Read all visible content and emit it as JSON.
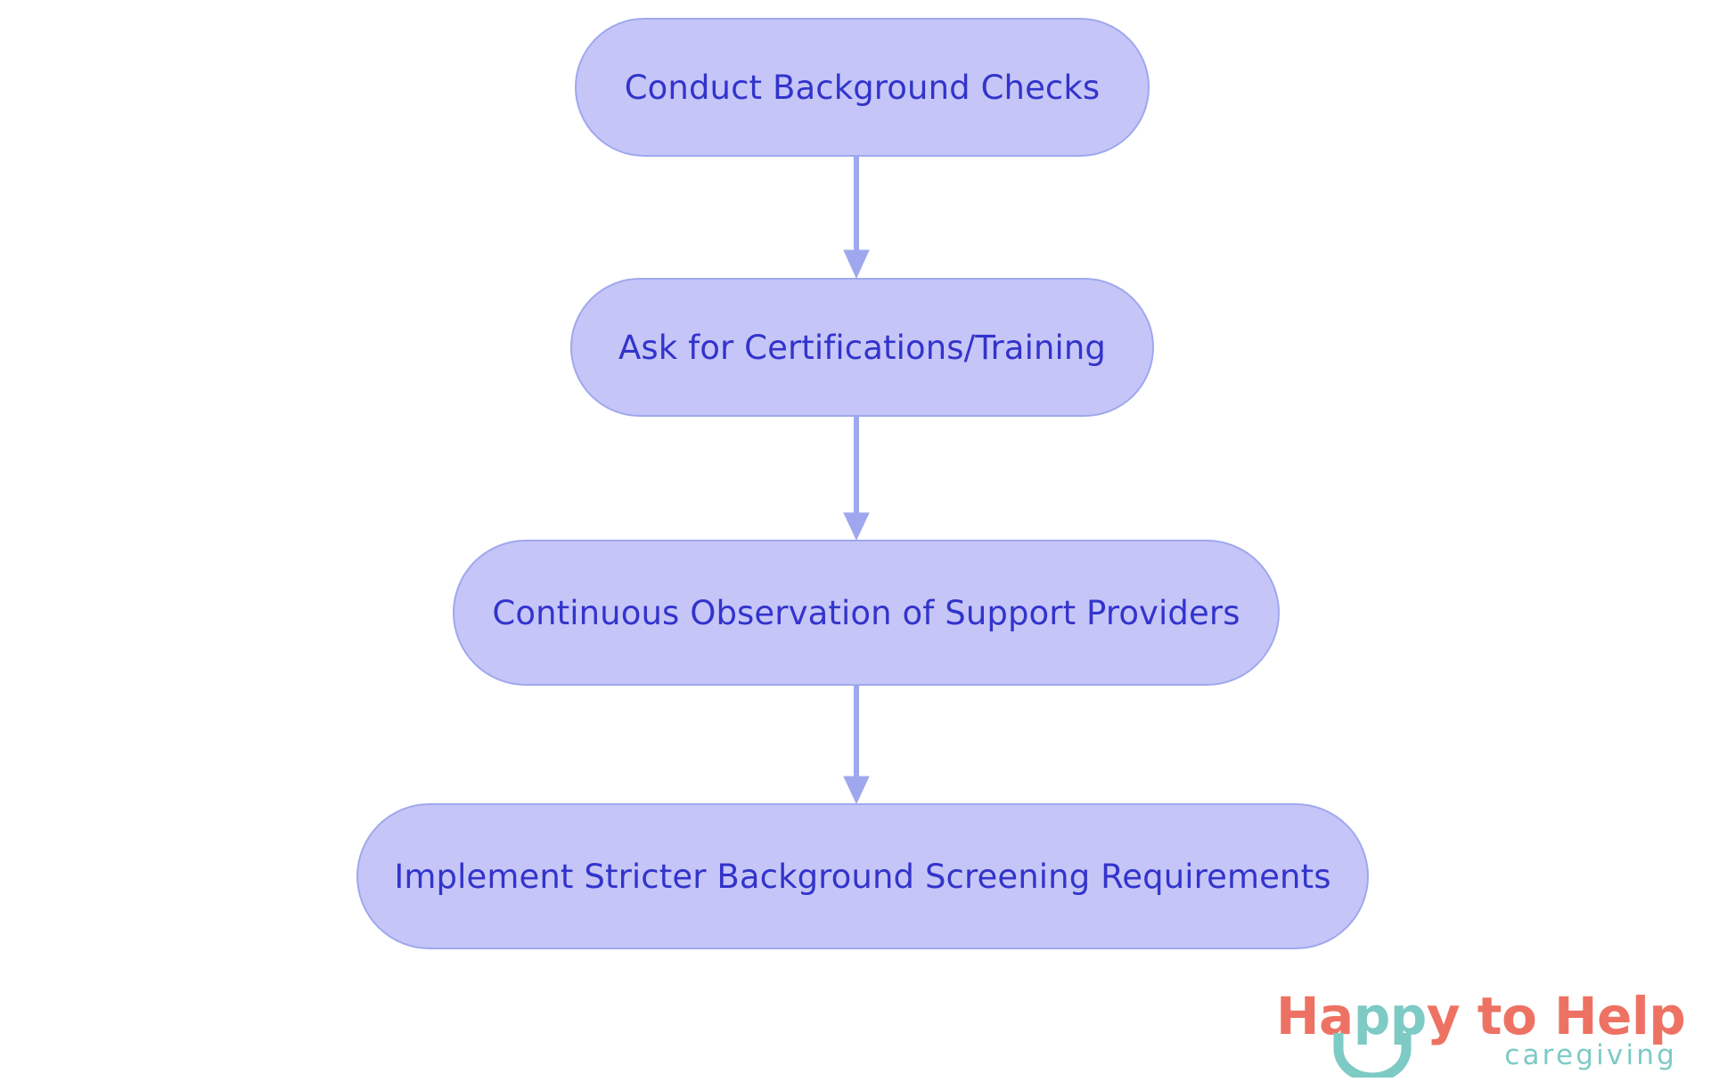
{
  "diagram": {
    "type": "flowchart",
    "direction": "top-to-bottom",
    "title": "",
    "colors": {
      "node_fill": "#c5c6f7",
      "node_border": "#9fa8ee",
      "node_text": "#3333cc",
      "edge": "#9fa8ee",
      "background": "#ffffff"
    },
    "nodes": [
      {
        "id": "n1",
        "label": "Conduct Background Checks",
        "shape": "stadium"
      },
      {
        "id": "n2",
        "label": "Ask for Certifications/Training",
        "shape": "stadium"
      },
      {
        "id": "n3",
        "label": "Continuous Observation of Support Providers",
        "shape": "stadium"
      },
      {
        "id": "n4",
        "label": "Implement Stricter Background Screening Requirements",
        "shape": "stadium"
      }
    ],
    "edges": [
      {
        "id": "e1",
        "from": "n1",
        "to": "n2",
        "label": "",
        "arrow": "down"
      },
      {
        "id": "e2",
        "from": "n2",
        "to": "n3",
        "label": "",
        "arrow": "down"
      },
      {
        "id": "e3",
        "from": "n3",
        "to": "n4",
        "label": "",
        "arrow": "down"
      }
    ]
  },
  "logo": {
    "word_1": "Ha",
    "word_2": "pp",
    "word_3": "y to Help",
    "tagline": "caregiving",
    "salmon": "#ee7263",
    "teal": "#7ecac5"
  }
}
